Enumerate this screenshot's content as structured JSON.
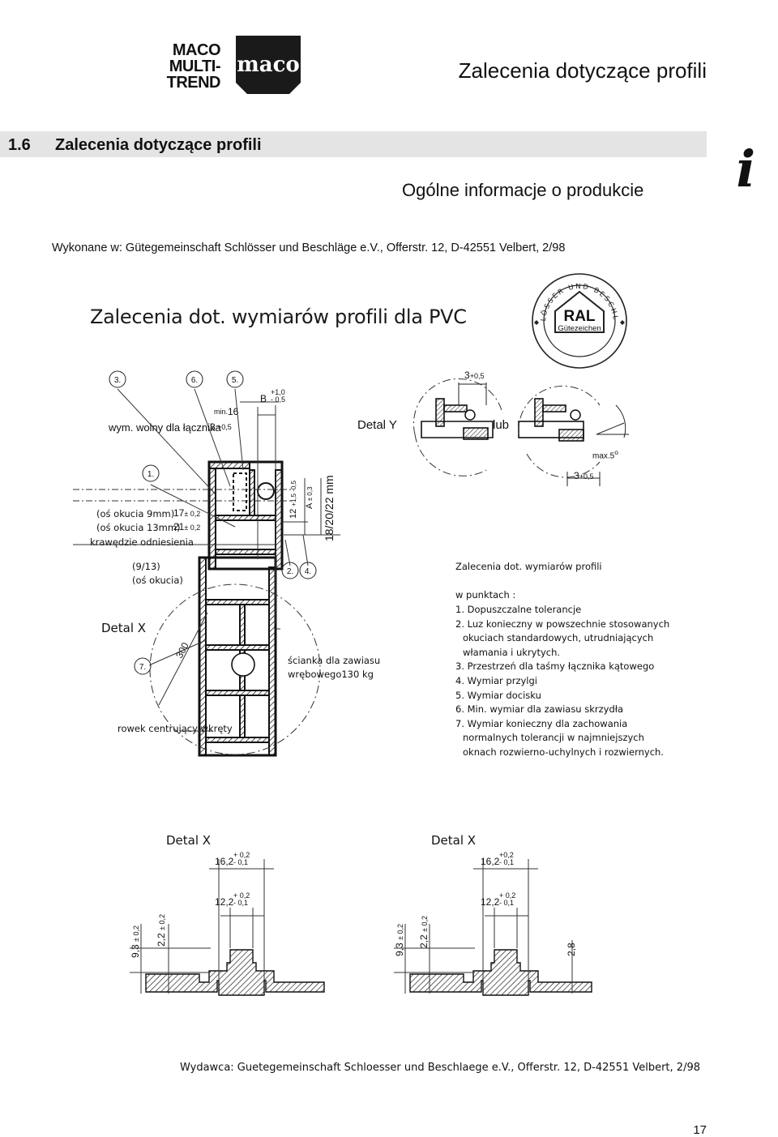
{
  "header": {
    "logo_line1": "MACO",
    "logo_line2": "MULTI-TREND",
    "logo_mark": "maco",
    "page_title": "Zalecenia dotyczące profili"
  },
  "section": {
    "number": "1.6",
    "title": "Zalecenia dotyczące profili",
    "icon": "info-icon"
  },
  "subheading": "Ogólne informacje o produkcie",
  "made_by": "Wykonane w: Gütegemeinschaft Schlösser und Beschläge e.V., Offerstr. 12, D-42551 Velbert, 2/98",
  "ral_seal": {
    "arc_text": "SCHLÖSSER UND BESCHLÄGE",
    "brand": "RAL",
    "sub": "Gütezeichen"
  },
  "drawing": {
    "title": "Zalecenia dot. wymiarów profili dla PVC",
    "markers": [
      "3.",
      "6.",
      "5.",
      "1.",
      "2.",
      "4.",
      "7."
    ],
    "labels": {
      "wym_wolny": "wym. wolny dla łącznika",
      "val_3_05": "3",
      "tol_05": "+0,5",
      "min": "min.",
      "val_16": "16",
      "b": "B",
      "b_tol_up": "+1,0",
      "b_tol_dn": "- 0,5",
      "detal_y": "Detal Y",
      "lub": "lub",
      "max5": "max.5",
      "deg": "o",
      "top_3": "3",
      "os9": "(oś okucia 9mm)",
      "val17": "17",
      "tol02": "± 0,2",
      "os13": "(oś okucia 13mm)",
      "val21": "21",
      "krawedzie": "krawędzie odniesienia",
      "v12": "12",
      "v12tol": "+1,5  -0,5",
      "vA": "A",
      "vAtol": "± 0,3",
      "v18": "18/20/22 mm",
      "p913": "(9/13)",
      "osokucia": "(oś okucia)",
      "detal_x": "Detal X",
      "v300": "300",
      "rowek": "rowek centrujący wkręty",
      "scianka1": "ścianka dla zawiasu",
      "scianka2": "wrębowego130 kg"
    }
  },
  "notes": {
    "title": "Zalecenia dot. wymiarów profili",
    "intro": "w punktach :",
    "items": [
      "1. Dopuszczalne tolerancje",
      "2. Luz konieczny w powszechnie stosowanych",
      "okuciach standardowych, utrudniających",
      "włamania i ukrytych.",
      "3. Przestrzeń dla taśmy łącznika kątowego",
      "4. Wymiar przylgi",
      "5. Wymiar docisku",
      "6. Min. wymiar dla zawiasu skrzydła",
      "7. Wymiar konieczny dla zachowania",
      "normalnych tolerancji w najmniejszych",
      "oknach rozwierno-uchylnych i rozwiernych."
    ]
  },
  "details": [
    {
      "title": "Detal X",
      "w1": "16,2",
      "w1_up": "+ 0,2",
      "w1_dn": "- 0,1",
      "w2": "12,2",
      "w2_up": "+ 0,2",
      "w2_dn": "- 0,1",
      "h1": "9,3",
      "h1_tol": "± 0,2",
      "h2": "2,2",
      "h2_tol": "± 0,2"
    },
    {
      "title": "Detal X",
      "w1": "16,2",
      "w1_up": "+0,2",
      "w1_dn": "- 0,1",
      "w2": "12,2",
      "w2_up": "+ 0,2",
      "w2_dn": "- 0,1",
      "h1": "9,3",
      "h1_tol": "± 0,2",
      "h2": "2,2",
      "h2_tol": "± 0,2",
      "h3": "2,8"
    }
  ],
  "footer": "Wydawca: Guetegemeinschaft Schloesser und Beschlaege e.V., Offerstr. 12, D-42551 Velbert, 2/98",
  "page_number": "17"
}
